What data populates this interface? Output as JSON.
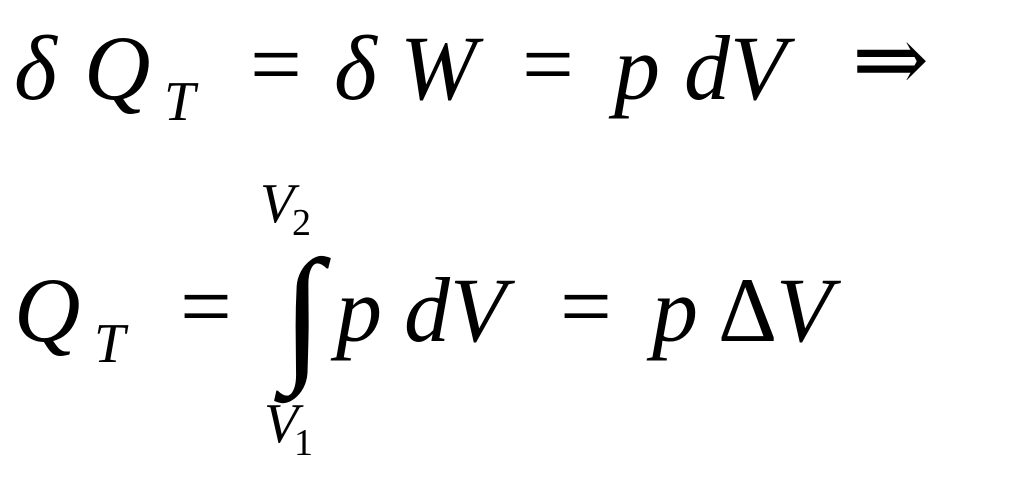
{
  "equation1": {
    "delta": "δ",
    "Q": "Q",
    "sub_T": "T",
    "eq1": "=",
    "delta2": "δ",
    "W": "W",
    "eq2": "=",
    "p": "p",
    "dV": "dV",
    "implies": "⇒"
  },
  "equation2": {
    "Q": "Q",
    "sub_T": "T",
    "eq1": "=",
    "integral_sign": "∫",
    "upper_limit_V": "V",
    "upper_limit_sub": "2",
    "lower_limit_V": "V",
    "lower_limit_sub": "1",
    "p": "p",
    "dV": "dV",
    "eq2": "=",
    "p2": "p",
    "Delta": "Δ",
    "V": "V"
  }
}
